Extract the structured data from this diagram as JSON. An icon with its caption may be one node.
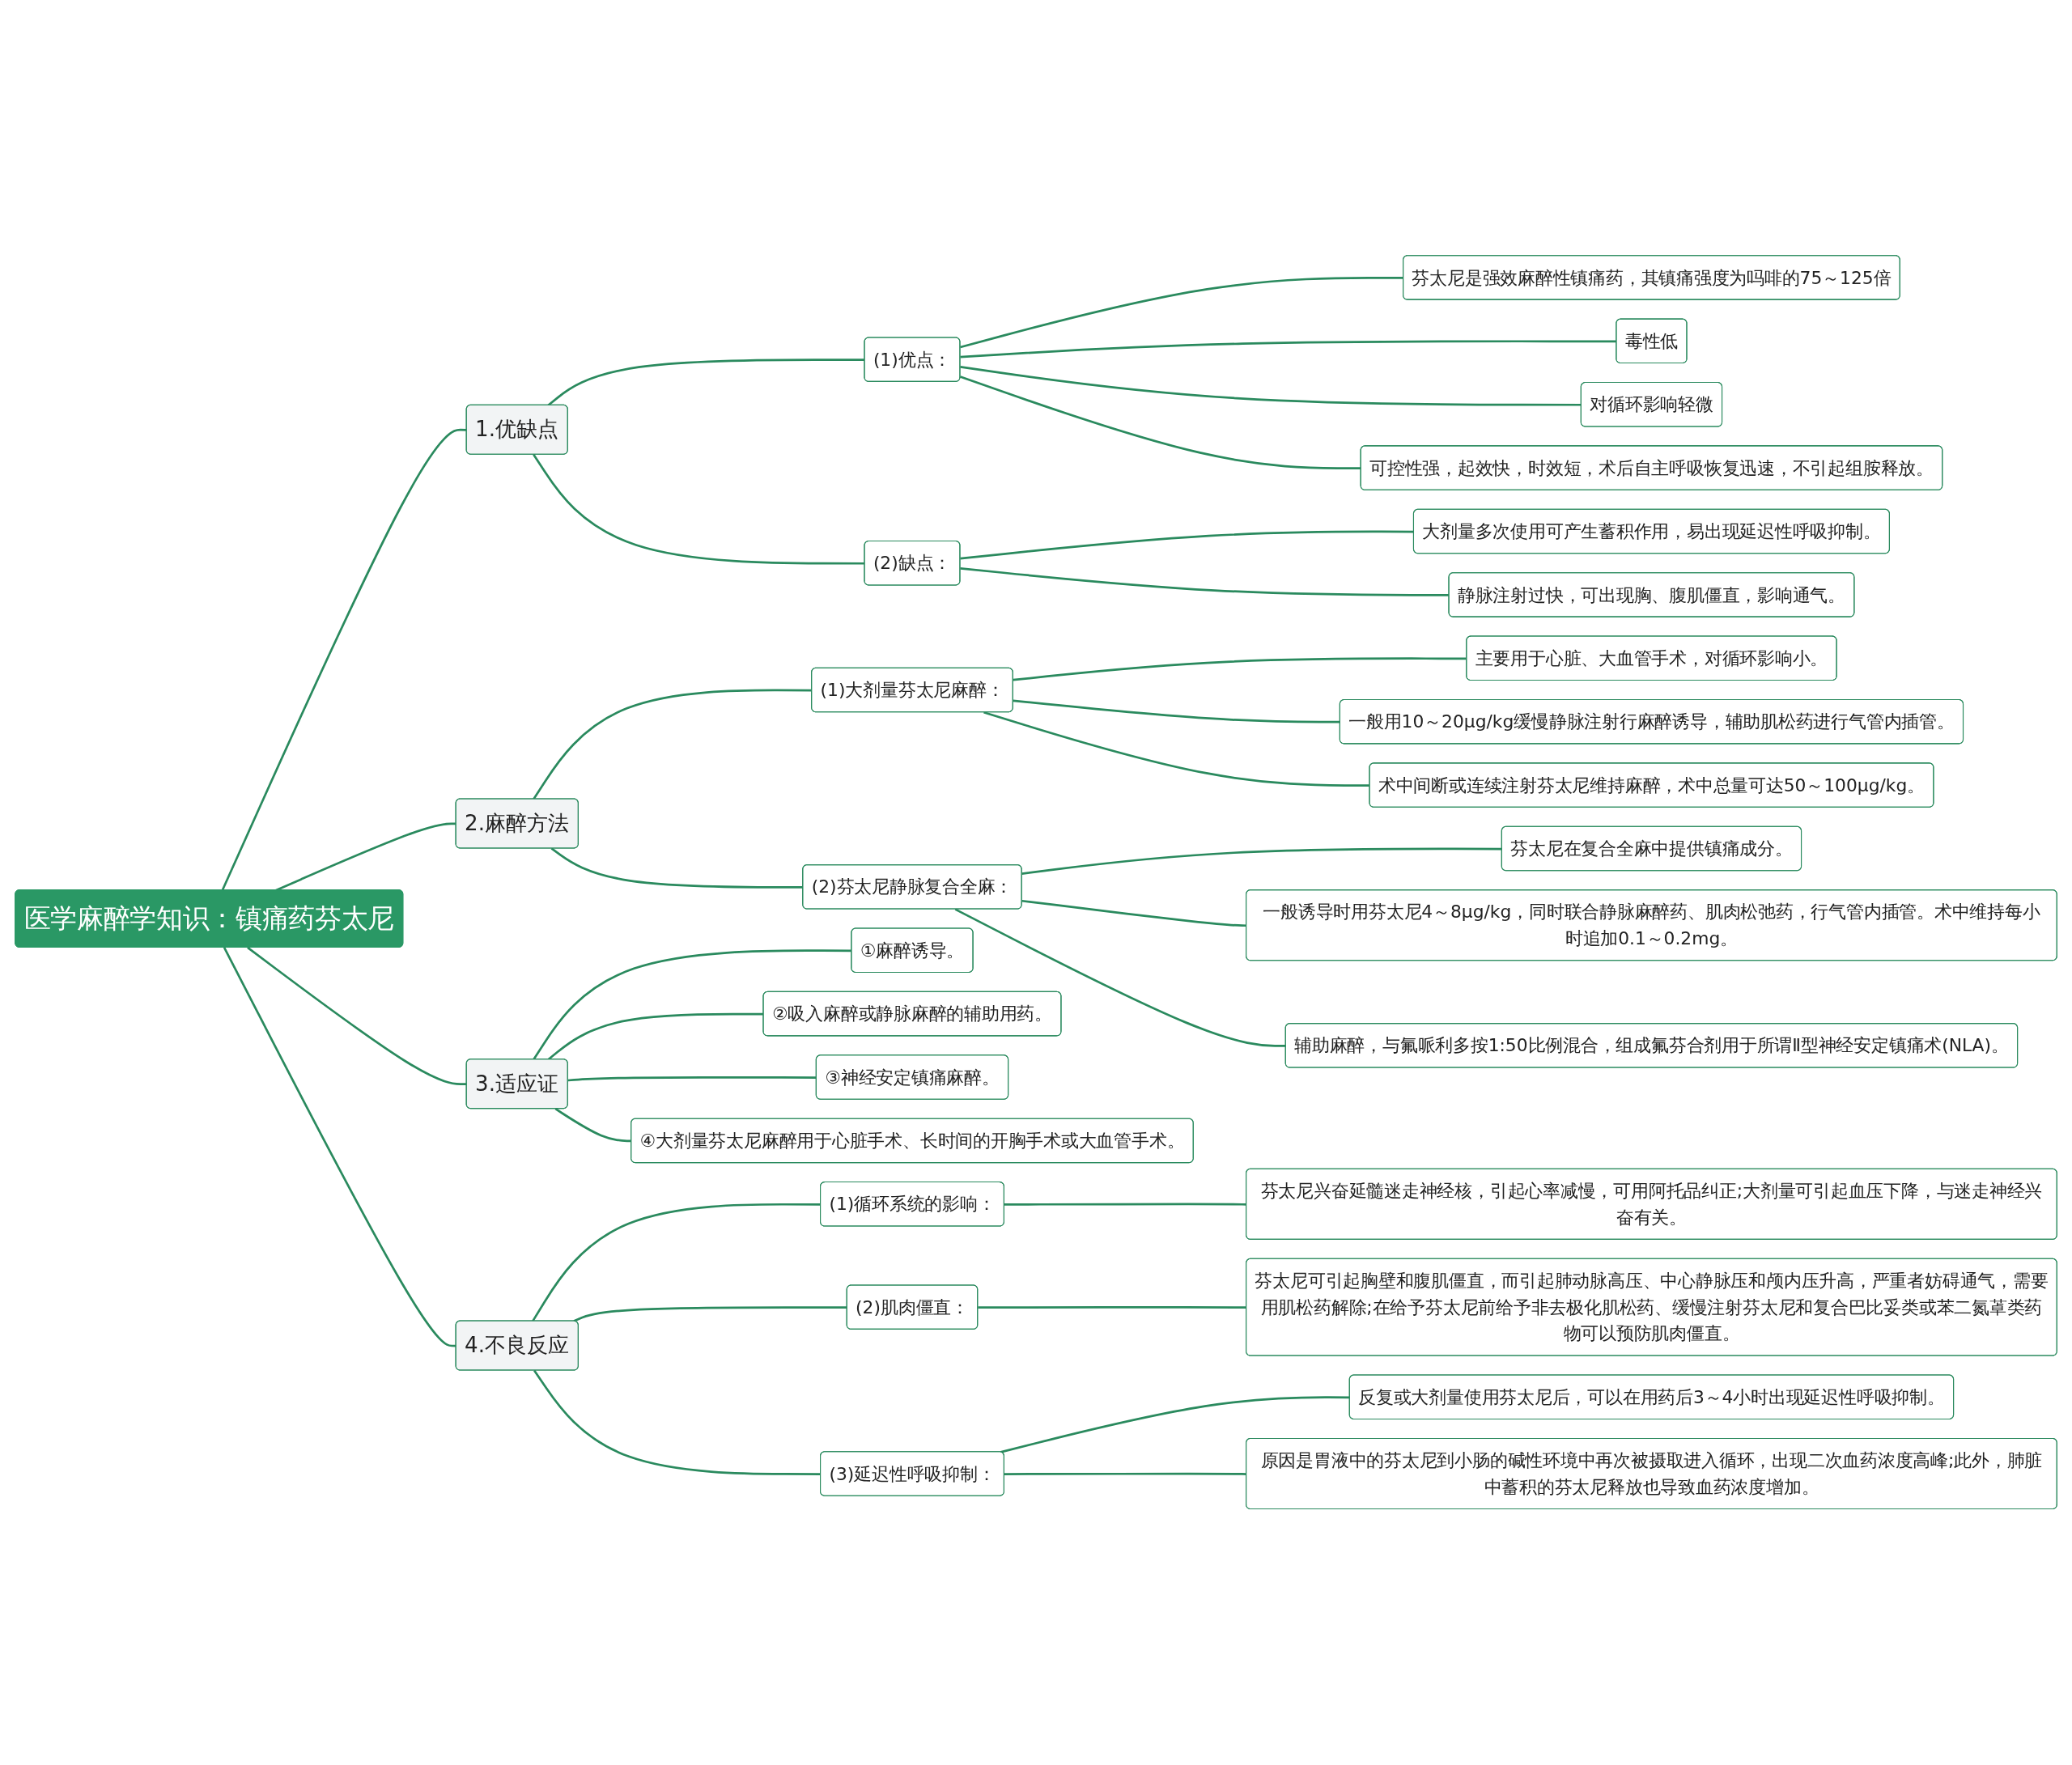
{
  "diagram": {
    "nodes": [
      {
        "text": [
          "医学麻醉学知识：镇痛药芬太尼"
        ]
      },
      {
        "text": [
          "1.优缺点"
        ]
      },
      {
        "text": [
          "(1)优点："
        ]
      },
      {
        "text": [
          "芬太尼是强效麻醉性镇痛药，其镇痛强度为吗啡的75～125倍"
        ]
      },
      {
        "text": [
          "毒性低"
        ]
      },
      {
        "text": [
          "对循环影响轻微"
        ]
      },
      {
        "text": [
          "可控性强，起效快，时效短，术后自主呼吸恢复迅速，不引起组胺释放。"
        ]
      },
      {
        "text": [
          "(2)缺点："
        ]
      },
      {
        "text": [
          "大剂量多次使用可产生蓄积作用，易出现延迟性呼吸抑制。"
        ]
      },
      {
        "text": [
          "静脉注射过快，可出现胸、腹肌僵直，影响通气。"
        ]
      },
      {
        "text": [
          "2.麻醉方法"
        ]
      },
      {
        "text": [
          "(1)大剂量芬太尼麻醉："
        ]
      },
      {
        "text": [
          "主要用于心脏、大血管手术，对循环影响小。"
        ]
      },
      {
        "text": [
          "一般用10～20μg/kg缓慢静脉注射行麻醉诱导，辅助肌松药进行气管内插管。"
        ]
      },
      {
        "text": [
          "术中间断或连续注射芬太尼维持麻醉，术中总量可达50～100μg/kg。"
        ]
      },
      {
        "text": [
          "(2)芬太尼静脉复合全麻："
        ]
      },
      {
        "text": [
          "芬太尼在复合全麻中提供镇痛成分。"
        ]
      },
      {
        "text": [
          "一般诱导时用芬太尼4～8μg/kg，同时联合静脉麻醉药、肌肉松弛药，行气管内插管。术中维持每小时追加0.1～0.2mg。"
        ]
      },
      {
        "text": [
          "辅助麻醉，与氟哌利多按1:50比例混合，组成氟芬合剂用于所谓Ⅱ型神经安定镇痛术(NLA)。"
        ]
      },
      {
        "text": [
          "3.适应证"
        ]
      },
      {
        "text": [
          "①麻醉诱导。"
        ]
      },
      {
        "text": [
          "②吸入麻醉或静脉麻醉的辅助用药。"
        ]
      },
      {
        "text": [
          "③神经安定镇痛麻醉。"
        ]
      },
      {
        "text": [
          "④大剂量芬太尼麻醉用于心脏手术、长时间的开胸手术或大血管手术。"
        ]
      },
      {
        "text": [
          "4.不良反应"
        ]
      },
      {
        "text": [
          "(1)循环系统的影响："
        ]
      },
      {
        "text": [
          "芬太尼兴奋延髓迷走神经核，引起心率减慢，可用阿托品纠正;大剂量可引起血压下降，与迷走神经兴奋有关。"
        ]
      },
      {
        "text": [
          "(2)肌肉僵直："
        ]
      },
      {
        "text": [
          "芬太尼可引起胸壁和腹肌僵直，而引起肺动脉高压、中心静脉压和颅内压升高，严重者妨碍通气，需要用肌松药解除;在给予芬太尼前给予非去极化肌松药、缓慢注射芬太尼和复合巴比妥类或苯二氮䓬类药物可以预防肌肉僵直。"
        ]
      },
      {
        "text": [
          "(3)延迟性呼吸抑制："
        ]
      },
      {
        "text": [
          "反复或大剂量使用芬太尼后，可以在用药后3～4小时出现延迟性呼吸抑制。"
        ]
      },
      {
        "text": [
          "原因是胃液中的芬太尼到小肠的碱性环境中再次被摄取进入循环，出现二次血药浓度高峰;此外，肺脏中蓄积的芬太尼释放也导致血药浓度增加。"
        ]
      }
    ],
    "edges": [
      {
        "from": 0,
        "to": 1,
        "arrow": "none"
      },
      {
        "from": 1,
        "to": 2,
        "arrow": "none"
      },
      {
        "from": 2,
        "to": 3,
        "arrow": "none"
      },
      {
        "from": 2,
        "to": 4,
        "arrow": "none"
      },
      {
        "from": 2,
        "to": 5,
        "arrow": "none"
      },
      {
        "from": 2,
        "to": 6,
        "arrow": "none"
      },
      {
        "from": 1,
        "to": 7,
        "arrow": "none"
      },
      {
        "from": 7,
        "to": 8,
        "arrow": "none"
      },
      {
        "from": 7,
        "to": 9,
        "arrow": "none"
      },
      {
        "from": 0,
        "to": 10,
        "arrow": "none"
      },
      {
        "from": 10,
        "to": 11,
        "arrow": "none"
      },
      {
        "from": 11,
        "to": 12,
        "arrow": "none"
      },
      {
        "from": 11,
        "to": 13,
        "arrow": "none"
      },
      {
        "from": 11,
        "to": 14,
        "arrow": "none"
      },
      {
        "from": 10,
        "to": 15,
        "arrow": "none"
      },
      {
        "from": 15,
        "to": 16,
        "arrow": "none"
      },
      {
        "from": 15,
        "to": 17,
        "arrow": "none"
      },
      {
        "from": 15,
        "to": 18,
        "arrow": "none"
      },
      {
        "from": 0,
        "to": 19,
        "arrow": "none"
      },
      {
        "from": 19,
        "to": 20,
        "arrow": "none"
      },
      {
        "from": 19,
        "to": 21,
        "arrow": "none"
      },
      {
        "from": 19,
        "to": 22,
        "arrow": "none"
      },
      {
        "from": 19,
        "to": 23,
        "arrow": "none"
      },
      {
        "from": 0,
        "to": 24,
        "arrow": "none"
      },
      {
        "from": 24,
        "to": 25,
        "arrow": "none"
      },
      {
        "from": 25,
        "to": 26,
        "arrow": "none"
      },
      {
        "from": 24,
        "to": 27,
        "arrow": "none"
      },
      {
        "from": 27,
        "to": 28,
        "arrow": "none"
      },
      {
        "from": 24,
        "to": 29,
        "arrow": "none"
      },
      {
        "from": 29,
        "to": 30,
        "arrow": "none"
      },
      {
        "from": 29,
        "to": 31,
        "arrow": "none"
      }
    ]
  }
}
